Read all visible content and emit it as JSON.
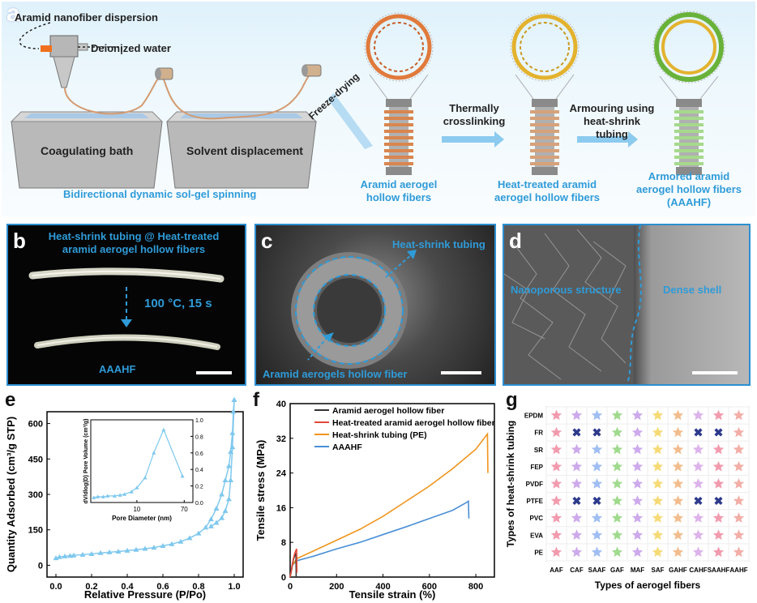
{
  "panel_a": {
    "letter": "a",
    "dispersion_label": "Aramid nanofiber dispersion",
    "water_label": "Deionized water",
    "bath1_label": "Coagulating bath",
    "bath2_label": "Solvent displacement",
    "spinning_label": "Bidirectional dynamic sol-gel spinning",
    "freeze_label": "Freeze-drying",
    "thermal_label_1": "Thermally",
    "thermal_label_2": "crosslinking",
    "armour_label_1": "Armouring using",
    "armour_label_2": "heat-shrink tubing",
    "fiber1_label_1": "Aramid aerogel",
    "fiber1_label_2": "hollow fibers",
    "fiber2_label_1": "Heat-treated aramid",
    "fiber2_label_2": "aerogel hollow fibers",
    "fiber3_label_1": "Armored aramid",
    "fiber3_label_2": "aerogel hollow fibers",
    "fiber3_label_3": "(AAAHF)"
  },
  "panel_b": {
    "letter": "b",
    "title_1": "Heat-shrink tubing @ Heat-treated",
    "title_2": "aramid aerogel hollow fibers",
    "condition": "100 °C, 15 s",
    "bottom_label": "AAAHF"
  },
  "panel_c": {
    "letter": "c",
    "outer_label": "Heat-shrink tubing",
    "inner_label": "Aramid aerogels hollow fiber"
  },
  "panel_d": {
    "letter": "d",
    "left_label": "Nanoporous structure",
    "right_label": "Dense shell"
  },
  "panel_e": {
    "letter": "e",
    "inset": {
      "xlabel": "Pore Diameter (nm)",
      "ylabel": "dV/dlog(D) Pore Volume (cm³/g)",
      "xticks": [
        "10",
        "70"
      ],
      "yticks": [
        "0.0",
        "0.2",
        "0.4",
        "0.6",
        "0.8",
        "1.0"
      ]
    }
  },
  "panel_f": {
    "letter": "f"
  },
  "panel_g": {
    "letter": "g"
  },
  "colors": {
    "accent_blue": "#2f9bd8",
    "series_black": "#333333",
    "series_red": "#e34a3a",
    "series_orange": "#f0951e",
    "series_blue": "#4a8fd6",
    "light_blue": "#7fc8ee"
  },
  "chart_data": [
    {
      "id": "e",
      "type": "scatter",
      "xlabel": "Relative Pressure (P/Po)",
      "ylabel": "Quantity Adsorbed (cm³/g STP)",
      "xlim": [
        -0.05,
        1.05
      ],
      "ylim": [
        -50,
        650
      ],
      "xticks": [
        "0.0",
        "0.2",
        "0.4",
        "0.6",
        "0.8",
        "1.0"
      ],
      "yticks": [
        "0",
        "150",
        "300",
        "450",
        "600"
      ],
      "series": [
        {
          "x": [
            0.0,
            0.02,
            0.05,
            0.08,
            0.1,
            0.15,
            0.2,
            0.25,
            0.3,
            0.35,
            0.4,
            0.45,
            0.5,
            0.55,
            0.6,
            0.65,
            0.7,
            0.75,
            0.8,
            0.84,
            0.87,
            0.9,
            0.93,
            0.95,
            0.97,
            0.98,
            0.99,
            0.995,
            1.0
          ],
          "y": [
            30,
            35,
            38,
            40,
            42,
            45,
            48,
            52,
            55,
            58,
            62,
            66,
            70,
            75,
            82,
            90,
            100,
            115,
            135,
            160,
            195,
            240,
            300,
            360,
            420,
            480,
            560,
            650,
            700
          ]
        },
        {
          "x": [
            1.0,
            0.99,
            0.98,
            0.97,
            0.95,
            0.93,
            0.9,
            0.87
          ],
          "y": [
            700,
            500,
            360,
            280,
            230,
            200,
            180,
            165
          ]
        }
      ],
      "inset": {
        "type": "line",
        "x": [
          1.7,
          2,
          2.5,
          3,
          4,
          5,
          6,
          8,
          10,
          14,
          20,
          30,
          65
        ],
        "y": [
          0.06,
          0.07,
          0.07,
          0.08,
          0.08,
          0.09,
          0.1,
          0.13,
          0.18,
          0.3,
          0.6,
          0.88,
          0.32
        ],
        "xscale": "log",
        "xlim": [
          1.5,
          100
        ],
        "ylim": [
          0,
          1.0
        ]
      }
    },
    {
      "id": "f",
      "type": "line",
      "xlabel": "Tensile strain (%)",
      "ylabel": "Tensile stress (MPa)",
      "xlim": [
        0,
        880
      ],
      "ylim": [
        0,
        40
      ],
      "xticks": [
        0,
        200,
        400,
        600,
        800
      ],
      "yticks": [
        0,
        8,
        16,
        24,
        32,
        40
      ],
      "legend_position": "top-right",
      "series": [
        {
          "name": "Aramid aerogel hollow fiber",
          "color": "#333333",
          "x": [
            0,
            5,
            10,
            15,
            20,
            25,
            26
          ],
          "y": [
            0,
            1.5,
            3.0,
            4.2,
            5.0,
            5.5,
            0
          ]
        },
        {
          "name": "Heat-treated aramid aerogel hollow fiber",
          "color": "#e34a3a",
          "x": [
            0,
            5,
            10,
            15,
            20,
            25,
            28,
            29
          ],
          "y": [
            0,
            1.6,
            3.2,
            4.5,
            5.5,
            6.2,
            6.5,
            1
          ]
        },
        {
          "name": "Heat-shrink tubing (PE)",
          "color": "#f0951e",
          "x": [
            0,
            10,
            30,
            100,
            200,
            300,
            400,
            500,
            600,
            700,
            800,
            850,
            852
          ],
          "y": [
            0,
            2.8,
            4.3,
            6.0,
            8.5,
            11.0,
            14.0,
            17.5,
            21.0,
            25.0,
            29.5,
            33.0,
            24.0
          ]
        },
        {
          "name": "AAAHF",
          "color": "#4a8fd6",
          "x": [
            0,
            10,
            30,
            100,
            200,
            300,
            400,
            500,
            600,
            700,
            760,
            768,
            770
          ],
          "y": [
            0,
            2.8,
            3.8,
            4.8,
            6.5,
            8.0,
            9.8,
            11.6,
            13.5,
            15.4,
            17.2,
            17.5,
            13.5
          ]
        }
      ]
    },
    {
      "id": "g",
      "type": "heatmap",
      "xlabel": "Types of aerogel fibers",
      "ylabel": "Types of heat-shrink tubing",
      "x_categories": [
        "AAF",
        "CAF",
        "SAAF",
        "GAF",
        "MAF",
        "SAF",
        "GAHF",
        "CAHF",
        "SAAHF",
        "AAHF"
      ],
      "y_categories": [
        "EPDM",
        "FR",
        "SR",
        "FEP",
        "PVDF",
        "PTFE",
        "PVC",
        "EVA",
        "PE"
      ],
      "column_colors": [
        "#f08aa0",
        "#c49be8",
        "#8fb3f0",
        "#8fd47a",
        "#c49be8",
        "#f4d35e",
        "#f0b27a",
        "#d7a6e8",
        "#f08aa0",
        "#f0a098"
      ],
      "incompatible_marker_color": "#2d3a8c",
      "incompatible": [
        [
          "FR",
          "CAF"
        ],
        [
          "FR",
          "SAAF"
        ],
        [
          "FR",
          "CAHF"
        ],
        [
          "FR",
          "SAAHF"
        ],
        [
          "PTFE",
          "CAF"
        ],
        [
          "PTFE",
          "SAAF"
        ],
        [
          "PTFE",
          "CAHF"
        ],
        [
          "PTFE",
          "SAAHF"
        ]
      ]
    }
  ]
}
